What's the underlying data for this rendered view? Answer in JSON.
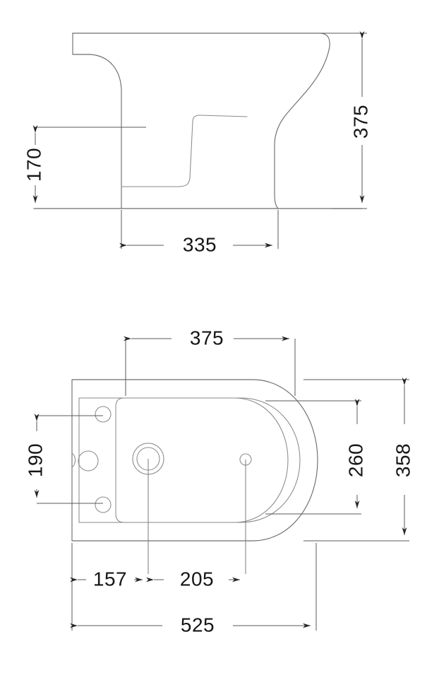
{
  "drawing": {
    "type": "engineering-dimension-drawing",
    "subject": "floor-standing toilet pan / bidet",
    "units": "mm",
    "views": [
      {
        "id": "side-elevation",
        "name": "Side elevation view",
        "position": "top"
      },
      {
        "id": "plan-view",
        "name": "Plan (top) view",
        "position": "bottom"
      }
    ]
  },
  "dimensions": {
    "side_view": [
      {
        "id": "height-overall",
        "value": "375",
        "orientation": "vertical",
        "label": "overall height"
      },
      {
        "id": "height-seat",
        "value": "170",
        "orientation": "vertical",
        "label": "rim / step height"
      },
      {
        "id": "depth-base",
        "value": "335",
        "orientation": "horizontal",
        "label": "base depth"
      }
    ],
    "plan_view": [
      {
        "id": "width-bowl",
        "value": "375",
        "orientation": "horizontal",
        "label": "bowl width"
      },
      {
        "id": "spacing-holes",
        "value": "190",
        "orientation": "vertical",
        "label": "fixing hole spacing"
      },
      {
        "id": "width-inner",
        "value": "260",
        "orientation": "vertical",
        "label": "inner width"
      },
      {
        "id": "width-overall",
        "value": "358",
        "orientation": "vertical",
        "label": "overall width"
      },
      {
        "id": "offset-drain",
        "value": "157",
        "orientation": "horizontal",
        "label": "drain offset from back"
      },
      {
        "id": "spacing-outlet",
        "value": "205",
        "orientation": "horizontal",
        "label": "drain to outlet spacing"
      },
      {
        "id": "length-overall",
        "value": "525",
        "orientation": "horizontal",
        "label": "overall length"
      }
    ]
  },
  "colors": {
    "background": "#ffffff",
    "object_line": "#6e6e70",
    "object_line_soft": "#8a8a8c",
    "dimension_line": "#5a5a5c",
    "arrow": "#262626",
    "text": "#161616"
  }
}
